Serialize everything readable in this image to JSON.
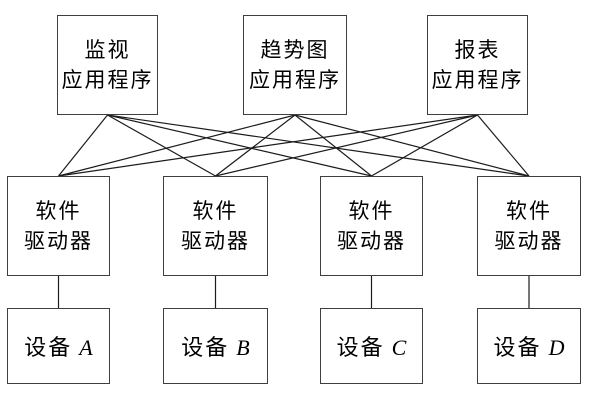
{
  "diagram": {
    "apps": [
      {
        "id": "app-monitor",
        "line1": "监视",
        "line2": "应用程序"
      },
      {
        "id": "app-trend",
        "line1": "趋势图",
        "line2": "应用程序"
      },
      {
        "id": "app-report",
        "line1": "报表",
        "line2": "应用程序"
      }
    ],
    "drivers": [
      {
        "id": "driver-1",
        "line1": "软件",
        "line2": "驱动器"
      },
      {
        "id": "driver-2",
        "line1": "软件",
        "line2": "驱动器"
      },
      {
        "id": "driver-3",
        "line1": "软件",
        "line2": "驱动器"
      },
      {
        "id": "driver-4",
        "line1": "软件",
        "line2": "驱动器"
      }
    ],
    "devices": [
      {
        "id": "device-a",
        "prefix": "设备",
        "letter": "A"
      },
      {
        "id": "device-b",
        "prefix": "设备",
        "letter": "B"
      },
      {
        "id": "device-c",
        "prefix": "设备",
        "letter": "C"
      },
      {
        "id": "device-d",
        "prefix": "设备",
        "letter": "D"
      }
    ],
    "edges": {
      "app_to_driver": [
        [
          "app-monitor",
          "driver-1"
        ],
        [
          "app-monitor",
          "driver-2"
        ],
        [
          "app-monitor",
          "driver-3"
        ],
        [
          "app-monitor",
          "driver-4"
        ],
        [
          "app-trend",
          "driver-1"
        ],
        [
          "app-trend",
          "driver-2"
        ],
        [
          "app-trend",
          "driver-3"
        ],
        [
          "app-trend",
          "driver-4"
        ],
        [
          "app-report",
          "driver-1"
        ],
        [
          "app-report",
          "driver-2"
        ],
        [
          "app-report",
          "driver-3"
        ],
        [
          "app-report",
          "driver-4"
        ]
      ],
      "driver_to_device": [
        [
          "driver-1",
          "device-a"
        ],
        [
          "driver-2",
          "device-b"
        ],
        [
          "driver-3",
          "device-c"
        ],
        [
          "driver-4",
          "device-d"
        ]
      ]
    },
    "colors": {
      "background": "#ffffff",
      "box_border": "#3f3f3f",
      "line": "#1c1c1c",
      "text": "#000000"
    }
  }
}
